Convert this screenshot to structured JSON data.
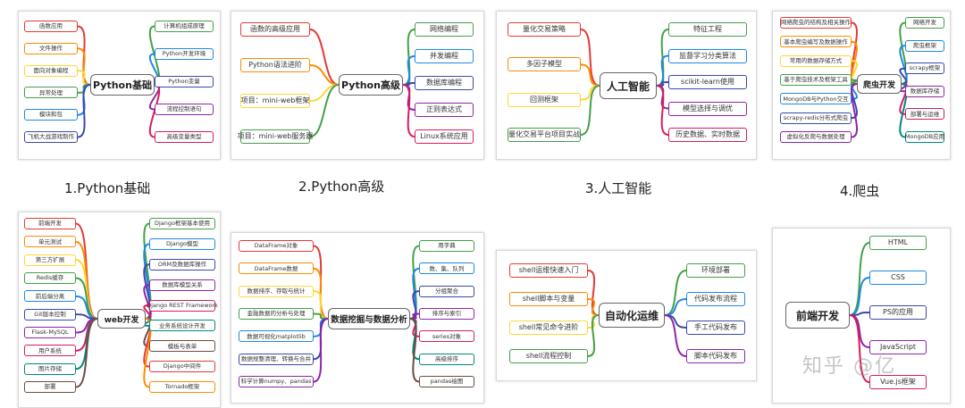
{
  "cards": [
    {
      "name": "python-basics",
      "center": "Python基础",
      "caption": "1.Python基础",
      "left": [
        "函数应用",
        "文件操作",
        "面向对象编程",
        "异常处理",
        "模块和包",
        "飞机大战游戏制作"
      ],
      "right": [
        "计算机组成原理",
        "Python开发环境",
        "Python变量",
        "流程控制语句",
        "高级变量类型"
      ]
    },
    {
      "name": "python-advanced",
      "center": "Python高级",
      "caption": "2.Python高级",
      "left": [
        "函数的高级应用",
        "Python语法进阶",
        "项目：mini-web框架",
        "项目：mini-web服务器"
      ],
      "right": [
        "网络编程",
        "并发编程",
        "数据库编程",
        "正则表达式",
        "Linux系统应用"
      ]
    },
    {
      "name": "ai",
      "center": "人工智能",
      "caption": "3.人工智能",
      "left": [
        "量化交易策略",
        "多因子模型",
        "回测框架",
        "量化交易平台项目实战"
      ],
      "right": [
        "特征工程",
        "监督学习分类算法",
        "scikit-learn使用",
        "模型选择与调优",
        "历史数据、实时数据"
      ]
    },
    {
      "name": "crawler",
      "center": "爬虫开发",
      "caption": "4.爬虫",
      "left": [
        "网络爬虫的结构及相关操作",
        "基本爬虫编写及数据操作",
        "常用的数据存储方式",
        "基于爬虫技术及框架工具",
        "MongoDB与Python交互",
        "scrapy-redis分布式爬虫",
        "虚拟化反爬与数据处理"
      ],
      "right": [
        "网络开发",
        "爬虫框架",
        "scrapy框架",
        "数据库存储",
        "部署与运维",
        "MongoDB应用"
      ]
    },
    {
      "name": "web-dev",
      "center": "web开发",
      "caption": "",
      "left": [
        "前端开发",
        "单元测试",
        "第三方扩展",
        "Redis缓存",
        "前后端分离",
        "Git版本控制",
        "Flask-MySQL",
        "用户系统",
        "图片存储",
        "部署"
      ],
      "right": [
        "Django框架基本使用",
        "Django模型",
        "ORM及数据库操作",
        "数据库模型关系",
        "Django REST Framework",
        "业务系统设计开发",
        "模板与表单",
        "Django中间件",
        "Tornado框架"
      ]
    },
    {
      "name": "data-mining",
      "center": "数据挖掘与数据分析",
      "caption": "",
      "left": [
        "DataFrame对象",
        "DataFrame数据",
        "数据排序、存取与统计",
        "金融数据的分析与处理",
        "数据可视化matplotlib",
        "数据规整清理、转换与合并",
        "科学计算numpy、pandas"
      ],
      "right": [
        "用字典",
        "数、集、队列",
        "分组聚合",
        "排序与索引",
        "series对象",
        "高级排序",
        "pandas绘图"
      ]
    },
    {
      "name": "devops",
      "center": "自动化运维",
      "caption": "",
      "left": [
        "shell运维快速入门",
        "shell脚本与变量",
        "shell常见命令进阶",
        "shell流程控制"
      ],
      "right": [
        "环境部署",
        "代码发布流程",
        "手工代码发布",
        "脚本代码发布"
      ]
    },
    {
      "name": "frontend",
      "center": "前端开发",
      "caption": "",
      "left": [],
      "right": [
        "HTML",
        "CSS",
        "PS的应用",
        "JavaScript",
        "Vue.js框架"
      ]
    }
  ],
  "watermark": "知乎 @亿",
  "colors": [
    "#e53935",
    "#fb8c00",
    "#fdd835",
    "#43a047",
    "#1e88e5",
    "#3949ab",
    "#8e24aa",
    "#d81b60",
    "#00897b",
    "#6d4c41"
  ]
}
